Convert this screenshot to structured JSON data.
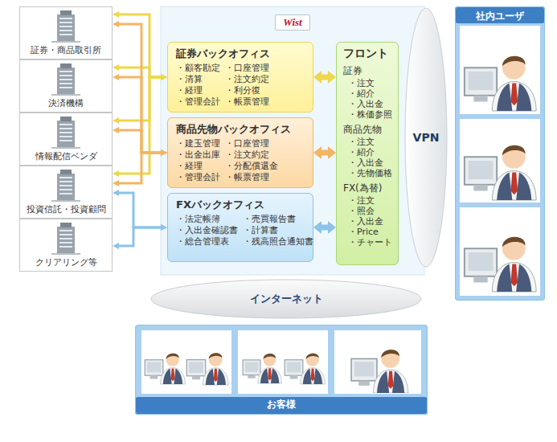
{
  "diagram": {
    "nodes": [
      {
        "text": [
          "証券・商品取引所"
        ]
      },
      {
        "text": [
          "決済機構"
        ]
      },
      {
        "text": [
          "情報配信ベンダ"
        ]
      },
      {
        "text": [
          "投資信託・投資顧問"
        ]
      },
      {
        "text": [
          "クリアリング等"
        ]
      },
      {
        "text": [
          "Wist"
        ]
      },
      {
        "text": [
          "証券バックオフィス",
          "・顧客勘定",
          "・口座管理",
          "・清算",
          "・注文約定",
          "・経理",
          "・利分復",
          "・管理会計",
          "・帳票管理"
        ],
        "in": 5
      },
      {
        "text": [
          "商品先物バックオフィス",
          "・建玉管理",
          "・口座管理",
          "・出金出庫",
          "・注文約定",
          "・経理",
          "・分配償還金",
          "・管理会計",
          "・帳票管理"
        ],
        "in": 5
      },
      {
        "text": [
          "FXバックオフィス",
          "・法定帳簿",
          "・売買報告書",
          "・入出金確認書",
          "・計算書",
          "・総合管理表",
          "・残高照合通知書"
        ],
        "in": 5
      },
      {
        "text": [
          "フロント",
          "証券",
          "・注文",
          "・紹介",
          "・入出金",
          "・株価参照",
          "商品先物",
          "・注文",
          "・紹介",
          "・入出金",
          "・先物価格",
          "FX(為替)",
          "・注文",
          "・照会",
          "・入出金",
          "・Price",
          "・チャート"
        ],
        "in": 5
      },
      {
        "text": [
          "VPN"
        ]
      },
      {
        "text": [
          "社内ユーザ"
        ]
      },
      {
        "text": [
          "インターネット"
        ]
      },
      {
        "text": [
          "お客様"
        ]
      }
    ],
    "edges": [
      {
        "from": 6,
        "to": 9,
        "arrow": "both"
      },
      {
        "from": 7,
        "to": 9,
        "arrow": "both"
      },
      {
        "from": 8,
        "to": 9,
        "arrow": "both"
      },
      {
        "from": 6,
        "to": 0,
        "arrow": "both"
      },
      {
        "from": 6,
        "to": 1,
        "arrow": "both"
      },
      {
        "from": 6,
        "to": 2,
        "arrow": "both"
      },
      {
        "from": 6,
        "to": 3,
        "arrow": "both"
      },
      {
        "from": 7,
        "to": 0,
        "arrow": "both"
      },
      {
        "from": 7,
        "to": 1,
        "arrow": "both"
      },
      {
        "from": 7,
        "to": 2,
        "arrow": "both"
      },
      {
        "from": 7,
        "to": 3,
        "arrow": "both"
      },
      {
        "from": 8,
        "to": 3,
        "arrow": "both"
      },
      {
        "from": 8,
        "to": 4,
        "arrow": "both"
      }
    ]
  }
}
